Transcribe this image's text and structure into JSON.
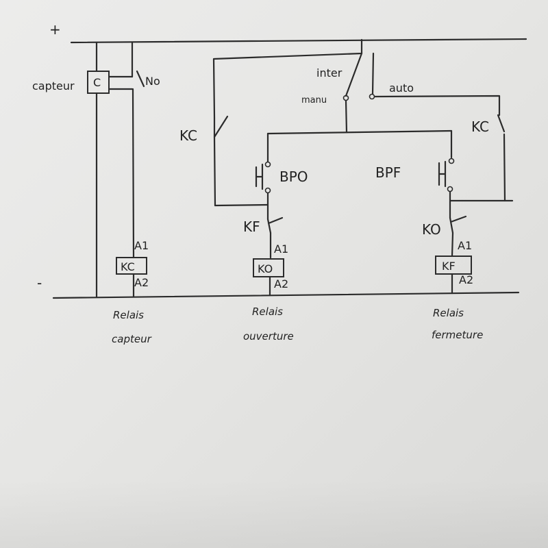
{
  "rails": {
    "positive": "+",
    "negative": "-"
  },
  "sensor": {
    "label": "capteur",
    "box": "C",
    "contact": "No"
  },
  "selector": {
    "title": "inter",
    "manual": "manu",
    "auto": "auto"
  },
  "contacts": {
    "kc_left": "KC",
    "kc_right": "KC",
    "kf": "KF",
    "ko": "KO"
  },
  "buttons": {
    "bpo": "BPO",
    "bpf": "BPF"
  },
  "coils": {
    "kc": {
      "label": "KC",
      "a1": "A1",
      "a2": "A2"
    },
    "ko": {
      "label": "KO",
      "a1": "A1",
      "a2": "A2"
    },
    "kf": {
      "label": "KF",
      "a1": "A1",
      "a2": "A2"
    }
  },
  "captions": {
    "kc": [
      "Relais",
      "capteur"
    ],
    "ko": [
      "Relais",
      "ouverture"
    ],
    "kf": [
      "Relais",
      "fermeture"
    ]
  }
}
